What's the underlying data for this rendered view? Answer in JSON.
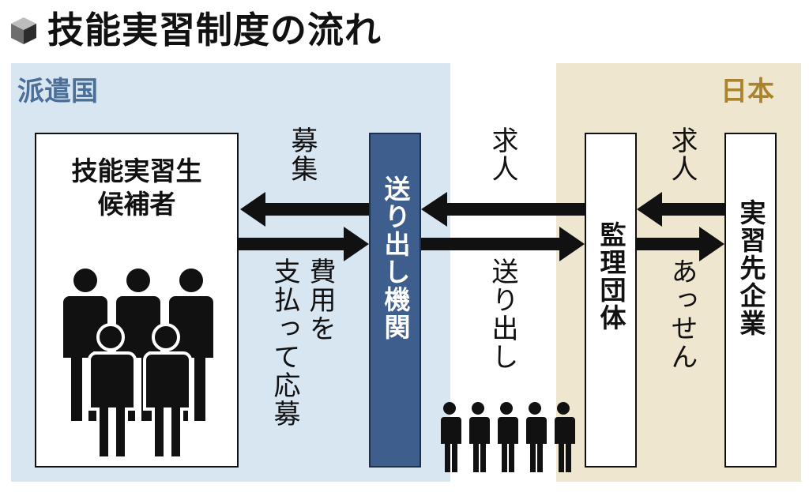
{
  "title": "技能実習制度の流れ",
  "regions": {
    "sending_country": "派遣国",
    "japan": "日本"
  },
  "nodes": {
    "candidates": "技能実習生\n候補者",
    "sending_agency": "送り出し機関",
    "supervising_org": "監理団体",
    "host_company": "実習先企業"
  },
  "edges": {
    "recruit": "募集",
    "pay_fee": "費用を",
    "apply": "支払って応募",
    "job_offer_1": "求人",
    "send_out": "送り出し",
    "job_offer_2": "求人",
    "placement": "あっせん"
  },
  "colors": {
    "sending_region": "#d8e6f2",
    "japan_region": "#efe6cf",
    "agency_fill": "#3e5f8e",
    "sending_label": "#4b6f96",
    "japan_label": "#a8842f"
  }
}
